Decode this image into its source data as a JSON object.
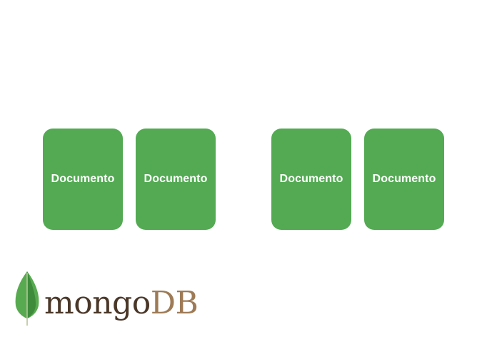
{
  "colors": {
    "card_fill": "#53aa53",
    "card_text": "#ffffff",
    "logo_mongo": "#4a3728",
    "logo_db": "#9e7b56",
    "leaf_light": "#58aa50",
    "leaf_dark": "#3d8b3b"
  },
  "documents": [
    {
      "label": "Documento"
    },
    {
      "label": "Documento"
    },
    {
      "label": "Documento"
    },
    {
      "label": "Documento"
    }
  ],
  "logo": {
    "icon": "leaf-icon",
    "text_part1": "mongo",
    "text_part2": "DB"
  }
}
